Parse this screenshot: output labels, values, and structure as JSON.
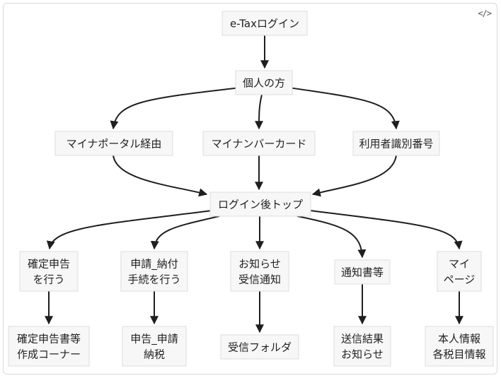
{
  "toolbar": {
    "code_icon": "</>",
    "code_icon_name": "code-icon"
  },
  "diagram": {
    "nodes": {
      "login": [
        "e-Taxログイン"
      ],
      "individual": [
        "個人の方"
      ],
      "mynaportal": [
        "マイナポータル経由"
      ],
      "mynacard": [
        "マイナンバーカード"
      ],
      "userid": [
        "利用者識別番号"
      ],
      "top": [
        "ログイン後トップ"
      ],
      "kakutei": [
        "確定申告",
        "を行う"
      ],
      "shinsei": [
        "申請_納付",
        "手続を行う"
      ],
      "oshirase": [
        "お知らせ",
        "受信通知"
      ],
      "tsuchi": [
        "通知書等"
      ],
      "mypage": [
        "マイ",
        "ページ"
      ],
      "kakutei_corner": [
        "確定申告書等",
        "作成コーナー"
      ],
      "shinkoku_shinsei": [
        "申告_申請",
        "納税"
      ],
      "jushin_folder": [
        "受信フォルダ"
      ],
      "soushin_kekka": [
        "送信結果",
        "お知らせ"
      ],
      "honnin_joho": [
        "本人情報",
        "各税目情報"
      ]
    },
    "edges": [
      [
        "login",
        "individual"
      ],
      [
        "individual",
        "mynaportal"
      ],
      [
        "individual",
        "mynacard"
      ],
      [
        "individual",
        "userid"
      ],
      [
        "mynaportal",
        "top"
      ],
      [
        "mynacard",
        "top"
      ],
      [
        "userid",
        "top"
      ],
      [
        "top",
        "kakutei"
      ],
      [
        "top",
        "shinsei"
      ],
      [
        "top",
        "oshirase"
      ],
      [
        "top",
        "tsuchi"
      ],
      [
        "top",
        "mypage"
      ],
      [
        "kakutei",
        "kakutei_corner"
      ],
      [
        "shinsei",
        "shinkoku_shinsei"
      ],
      [
        "oshirase",
        "jushin_folder"
      ],
      [
        "tsuchi",
        "soushin_kekka"
      ],
      [
        "mypage",
        "honnin_joho"
      ]
    ]
  }
}
